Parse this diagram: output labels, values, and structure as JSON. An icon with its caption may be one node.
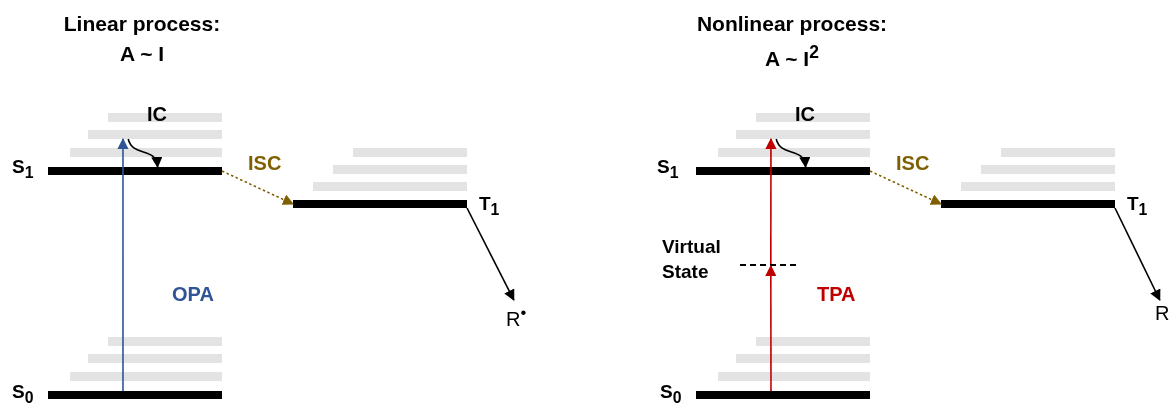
{
  "diagram": {
    "nodes": [
      {
        "text": [],
        "shape": "bar"
      },
      {
        "text": [],
        "shape": "bar"
      },
      {
        "text": [],
        "shape": "bar"
      },
      {
        "text": [],
        "shape": "bar",
        "beside": [
          "S$_{1}$"
        ]
      },
      {
        "text": [],
        "shape": "bar"
      },
      {
        "text": [],
        "shape": "bar"
      },
      {
        "text": [],
        "shape": "bar"
      },
      {
        "text": [],
        "shape": "bar",
        "beside": [
          "T$_{1}$"
        ]
      },
      {
        "text": [
          "R$^{•}$"
        ]
      },
      {
        "text": [],
        "shape": "bar"
      },
      {
        "text": [],
        "shape": "bar"
      },
      {
        "text": [],
        "shape": "bar"
      },
      {
        "text": [],
        "shape": "bar",
        "beside": [
          "S$_{0}$"
        ]
      },
      {
        "text": [],
        "shape": "bar"
      },
      {
        "text": [],
        "shape": "bar"
      },
      {
        "text": [],
        "shape": "bar"
      },
      {
        "text": [],
        "shape": "bar",
        "beside": [
          "S$_{1}$"
        ]
      },
      {
        "text": [],
        "shape": "bar"
      },
      {
        "text": [],
        "shape": "bar"
      },
      {
        "text": [],
        "shape": "bar"
      },
      {
        "text": [],
        "shape": "bar",
        "beside": [
          "T$_{1}$"
        ]
      },
      {
        "text": [],
        "shape": "line",
        "beside": [
          "Virtual State"
        ]
      },
      {
        "text": [
          "R"
        ]
      },
      {
        "text": [],
        "shape": "bar"
      },
      {
        "text": [],
        "shape": "bar"
      },
      {
        "text": [],
        "shape": "bar"
      },
      {
        "text": [],
        "shape": "bar",
        "beside": [
          "S$_{0}$"
        ]
      }
    ],
    "edges": [
      {
        "from": 12,
        "to": 1,
        "arrow": "to",
        "label": "OPA",
        "color": "#2f5597"
      },
      {
        "from": 1,
        "to": 3,
        "arrow": "to",
        "label": "IC"
      },
      {
        "from": 3,
        "to": 7,
        "arrow": "to",
        "label": "ISC",
        "style": "dashed",
        "color": "#7f6000"
      },
      {
        "from": 7,
        "to": 8,
        "arrow": "to"
      },
      {
        "from": 26,
        "to": 21,
        "arrow": "to",
        "label": "TPA",
        "color": "#c00000"
      },
      {
        "from": 21,
        "to": 14,
        "arrow": "to",
        "color": "#c00000"
      },
      {
        "from": 14,
        "to": 16,
        "arrow": "to",
        "label": "IC"
      },
      {
        "from": 16,
        "to": 20,
        "arrow": "to",
        "label": "ISC",
        "style": "dashed",
        "color": "#7f6000"
      },
      {
        "from": 20,
        "to": 22,
        "arrow": "to"
      }
    ],
    "labels": [
      "Linear process:",
      "A ~ I",
      "Nonlinear process:",
      "A ~ I$^{2}$"
    ]
  }
}
